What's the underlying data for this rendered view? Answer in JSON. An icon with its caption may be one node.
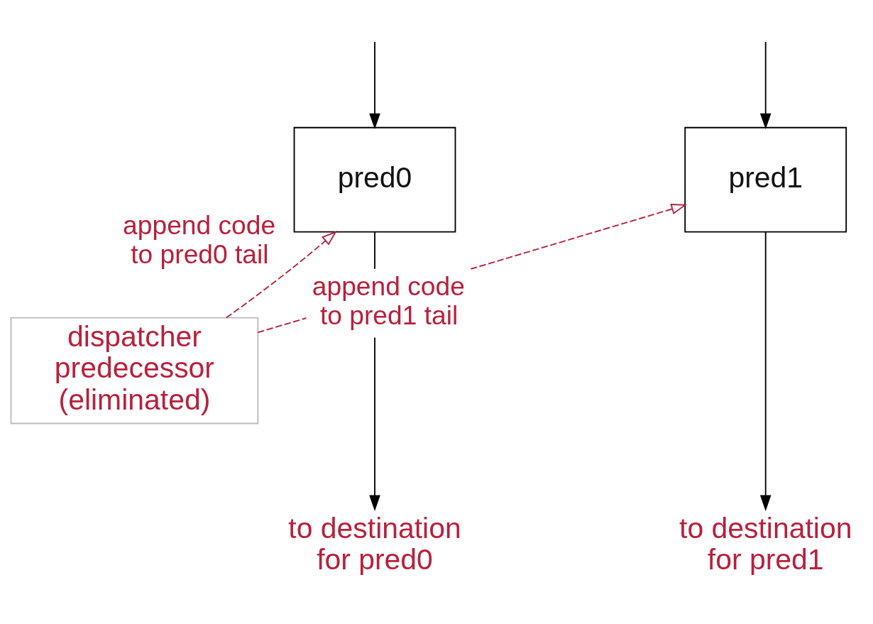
{
  "diagram": {
    "nodes": [
      {
        "text": [
          "pred0"
        ]
      },
      {
        "text": [
          "pred1"
        ]
      },
      {
        "text": [
          "dispatcher predecessor (eliminated)"
        ]
      },
      {
        "text": [
          "to destination for pred0"
        ]
      },
      {
        "text": [
          "to destination for pred1"
        ]
      }
    ],
    "edges": [
      {
        "from": null,
        "to": 0,
        "arrow": "to"
      },
      {
        "from": null,
        "to": 1,
        "arrow": "to"
      },
      {
        "from": 0,
        "to": 3,
        "arrow": "to"
      },
      {
        "from": 1,
        "to": 4,
        "arrow": "to"
      },
      {
        "from": 2,
        "to": 0,
        "arrow": "to",
        "label": "append code to pred0 tail",
        "style": "dashed",
        "color": "#b8203c"
      },
      {
        "from": 2,
        "to": 1,
        "arrow": "to",
        "label": "append code to pred1 tail",
        "style": "dashed",
        "color": "#b8203c"
      }
    ]
  }
}
